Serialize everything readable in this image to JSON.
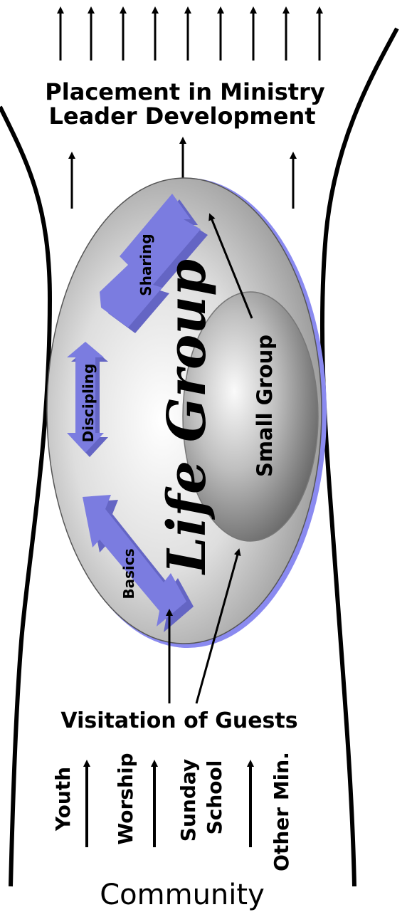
{
  "top_title_line1": "Placement in Ministry",
  "top_title_line2": "Leader Development",
  "main_label": "Life Group",
  "inner_label": "Small Group",
  "stage_labels": {
    "sharing": "Sharing",
    "discipling": "Discipling",
    "basics": "Basics"
  },
  "visitation_label": "Visitation of Guests",
  "sources": {
    "youth": "Youth",
    "worship": "Worship",
    "sunday_line1": "Sunday",
    "sunday_line2": "School",
    "other": "Other Min."
  },
  "bottom_label": "Community",
  "colors": {
    "stage_arrow": "#7b7ce0",
    "ellipse_edge": "#8a8af0",
    "line": "#000000"
  }
}
